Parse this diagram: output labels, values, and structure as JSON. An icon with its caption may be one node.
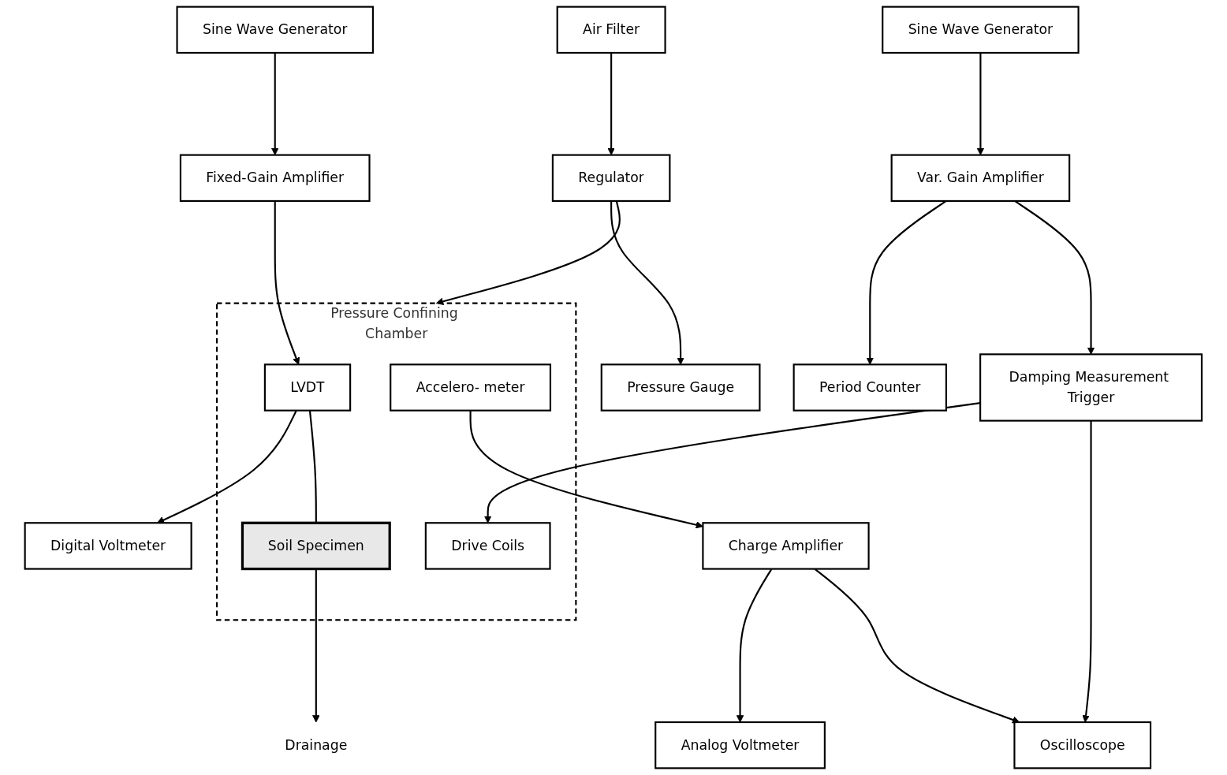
{
  "diagram": {
    "nodes": [
      {
        "text": [
          "Pressure Gauge"
        ]
      },
      {
        "text": [
          "Air Filter"
        ]
      },
      {
        "text": [
          "Regulator"
        ]
      },
      {
        "text": [
          "Pressure Confining Chamber"
        ]
      },
      {
        "text": [
          "LVDT"
        ],
        "in": 3
      },
      {
        "text": [
          "Drive Coils"
        ],
        "in": 3
      },
      {
        "text": [
          "Accelero- meter"
        ],
        "in": 3
      },
      {
        "text": [
          "Soil Specimen"
        ],
        "in": 3
      },
      {
        "text": [
          "Drainage"
        ]
      },
      {
        "text": [
          "Digital Voltmeter"
        ]
      },
      {
        "text": [
          "Sine Wave Generator"
        ]
      },
      {
        "text": [
          "Fixed-Gain Amplifier"
        ]
      },
      {
        "text": [
          "Sine Wave Generator"
        ]
      },
      {
        "text": [
          "Var. Gain Amplifier"
        ]
      },
      {
        "text": [
          "Period Counter"
        ]
      },
      {
        "text": [
          "Damping Measurement Trigger"
        ]
      },
      {
        "text": [
          "Analog Voltmeter"
        ]
      },
      {
        "text": [
          "Charge Amplifier"
        ]
      },
      {
        "text": [
          "Oscilloscope"
        ]
      }
    ],
    "edges": [
      {
        "from": 1,
        "to": 2,
        "arrow": "to"
      },
      {
        "from": 2,
        "to": 0,
        "arrow": "to"
      },
      {
        "from": 2,
        "to": 3,
        "arrow": "to"
      },
      {
        "from": 4,
        "to": 9,
        "arrow": "to"
      },
      {
        "from": 4,
        "to": 7,
        "arrow": "none"
      },
      {
        "from": 10,
        "to": 11,
        "arrow": "to"
      },
      {
        "from": 11,
        "to": 4,
        "arrow": "to"
      },
      {
        "from": 12,
        "to": 13,
        "arrow": "to"
      },
      {
        "from": 13,
        "to": 14,
        "arrow": "to"
      },
      {
        "from": 13,
        "to": 15,
        "arrow": "to"
      },
      {
        "from": 15,
        "to": 5,
        "arrow": "to"
      },
      {
        "from": 6,
        "to": 17,
        "arrow": "to"
      },
      {
        "from": 17,
        "to": 16,
        "arrow": "to"
      },
      {
        "from": 17,
        "to": 18,
        "arrow": "to"
      },
      {
        "from": 15,
        "to": 18,
        "arrow": "to"
      },
      {
        "from": 7,
        "to": 8,
        "arrow": "to"
      }
    ]
  }
}
